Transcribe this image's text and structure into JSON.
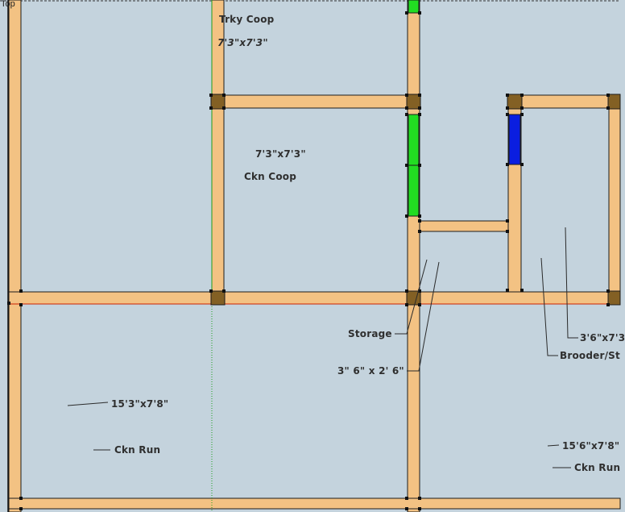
{
  "view": {
    "name": "Top"
  },
  "colors": {
    "background": "#c4d3dd",
    "wall": "#f3c283",
    "wall_edge": "#1c1c1c",
    "post": "#836024",
    "window_green": "#22dd22",
    "window_blue": "#0a1ee0",
    "red_axis": "#cc2200",
    "green_axis": "#1e9e1e"
  },
  "labels": {
    "turkey_coop": "Trky Coop",
    "turkey_coop_size": "7'3\"x7'3\"",
    "chicken_coop_size": "7'3\"x7'3\"",
    "chicken_coop": "Ckn Coop",
    "storage": "Storage",
    "storage_size": "3\" 6\" x 2' 6\"",
    "brooder_size": "3'6\"x7'3",
    "brooder": "Brooder/St",
    "run_left_size": "15'3\"x7'8\"",
    "run_left": "Ckn Run",
    "run_right_size": "15'6\"x7'8\"",
    "run_right": "Ckn Run"
  }
}
